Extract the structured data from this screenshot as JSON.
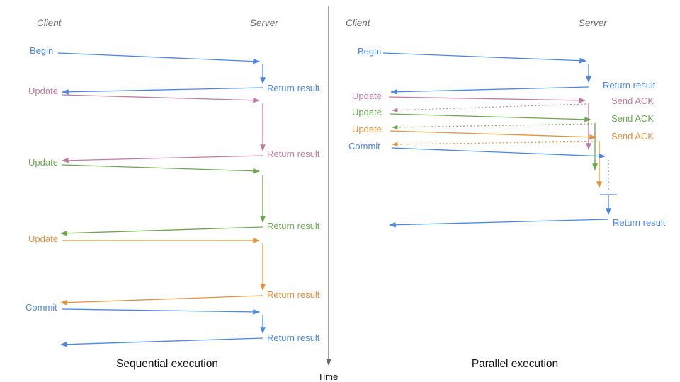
{
  "palette": {
    "blue": "#4a86e8",
    "pink": "#c27ba0",
    "green": "#6aa84f",
    "orange": "#e69138",
    "axis": "#666666",
    "header": "#666666"
  },
  "divider": {
    "time_label": "Time"
  },
  "left_panel": {
    "client_header": "Client",
    "server_header": "Server",
    "title": "Sequential execution",
    "messages": [
      {
        "request": "Begin",
        "response": "Return result"
      },
      {
        "request": "Update",
        "response": "Return result"
      },
      {
        "request": "Update",
        "response": "Return result"
      },
      {
        "request": "Update",
        "response": "Return result"
      },
      {
        "request": "Commit",
        "response": "Return result"
      }
    ]
  },
  "right_panel": {
    "client_header": "Client",
    "server_header": "Server",
    "title": "Parallel execution",
    "messages": [
      {
        "request": "Begin",
        "response": "Return result"
      },
      {
        "request": "Update",
        "response": "Send ACK"
      },
      {
        "request": "Update",
        "response": "Send ACK"
      },
      {
        "request": "Update",
        "response": "Send ACK"
      },
      {
        "request": "Commit",
        "response": "Return result"
      }
    ]
  }
}
